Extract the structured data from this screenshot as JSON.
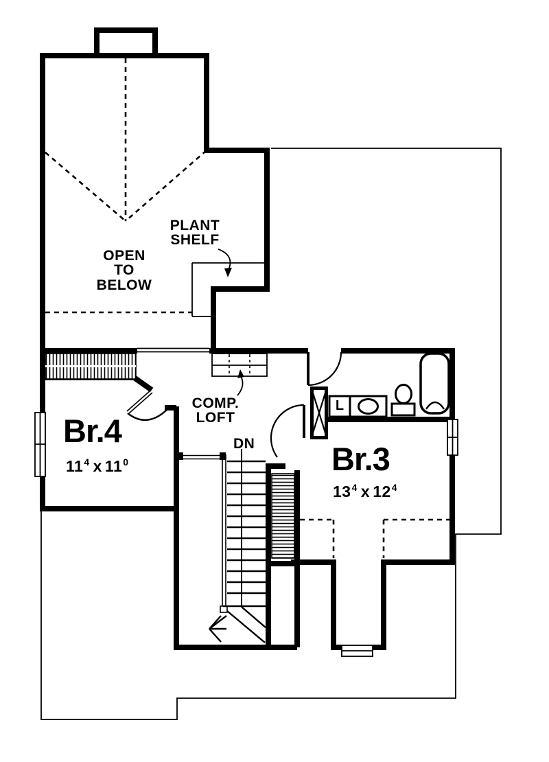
{
  "plan": {
    "labels": {
      "open_to_below": "OPEN\nTO\nBELOW",
      "plant_shelf": "PLANT\nSHELF",
      "comp_loft": "COMP.\nLOFT",
      "down": "DN",
      "linen": "L"
    },
    "rooms": {
      "br4": {
        "name": "Br.4",
        "dim_a": "11",
        "dim_a_sup": "4",
        "sep": "x",
        "dim_b": "11",
        "dim_b_sup": "0"
      },
      "br3": {
        "name": "Br.3",
        "dim_a": "13",
        "dim_a_sup": "4",
        "sep": "x",
        "dim_b": "12",
        "dim_b_sup": "4"
      }
    },
    "colors": {
      "ink": "#000000",
      "paper": "#ffffff"
    }
  }
}
